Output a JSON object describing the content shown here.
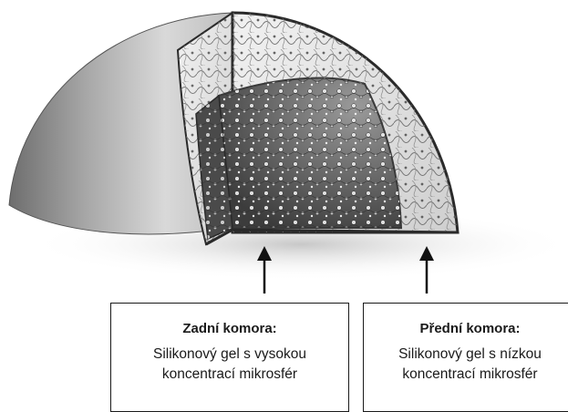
{
  "diagram": {
    "rear_chamber": {
      "title": "Zadní komora:",
      "line1": "Silikonový gel s vysokou",
      "line2": "koncentrací mikrosfér"
    },
    "front_chamber": {
      "title": "Přední komora:",
      "line1": "Silikonový gel s nízkou",
      "line2": "koncentrací mikrosfér"
    },
    "colors": {
      "dome_light": "#d8d8d8",
      "dome_dark": "#707070",
      "outer_gel": "#e6e6e6",
      "inner_gel": "#5a5a5a",
      "outline": "#2a2a2a"
    }
  }
}
